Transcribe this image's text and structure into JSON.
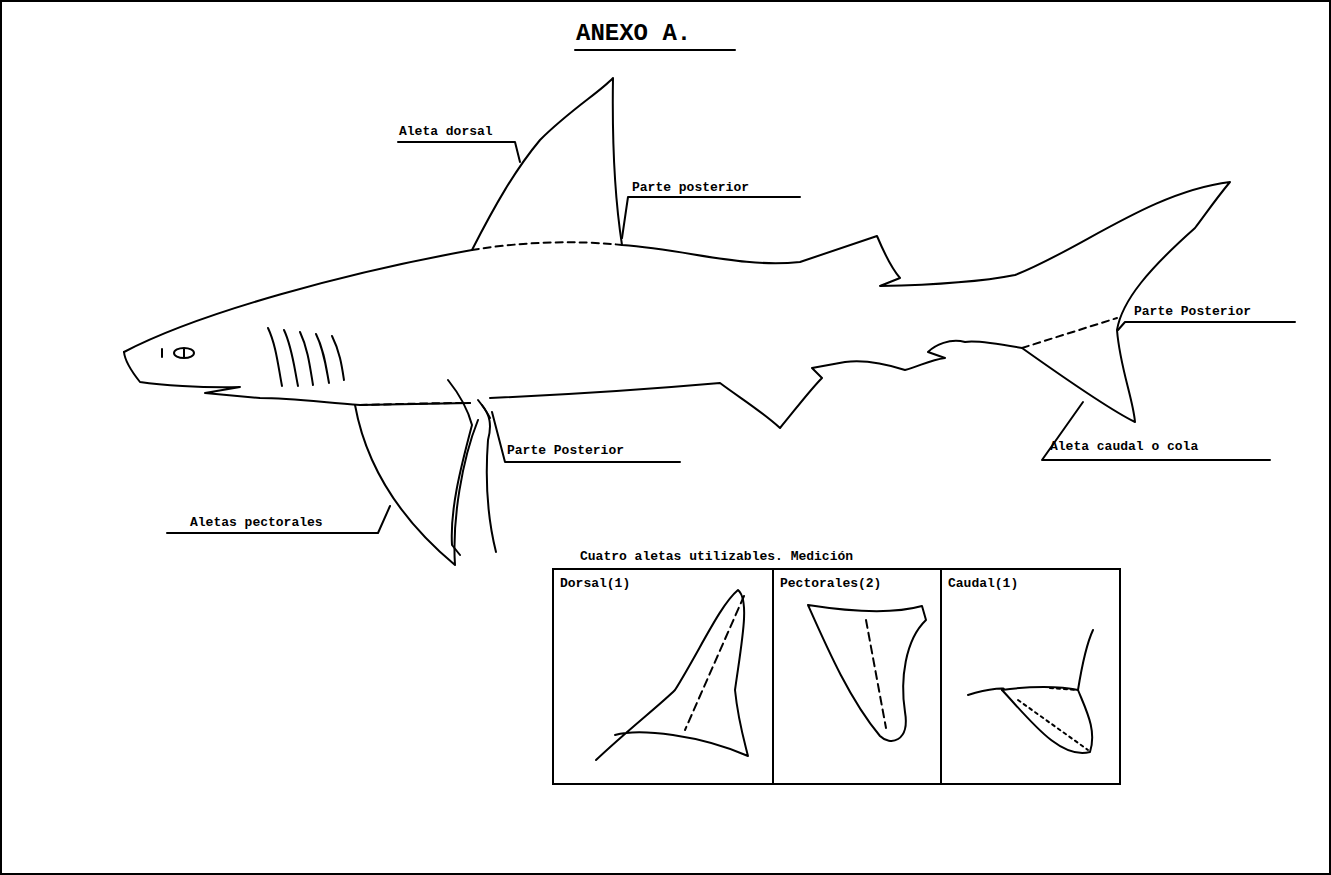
{
  "diagram": {
    "title": "ANEXO A.",
    "nodes": [
      {
        "text": [
          "Dorsal(1)"
        ]
      },
      {
        "text": [
          "Pectorales(2)"
        ]
      },
      {
        "text": [
          "Caudal(1)"
        ]
      }
    ],
    "labels": [
      "Aleta dorsal",
      "Parte posterior",
      "Parte Posterior",
      "Parte Posterior",
      "Aletas pectorales",
      "Aleta caudal o cola",
      "Cuatro aletas utilizables. Medición"
    ]
  }
}
